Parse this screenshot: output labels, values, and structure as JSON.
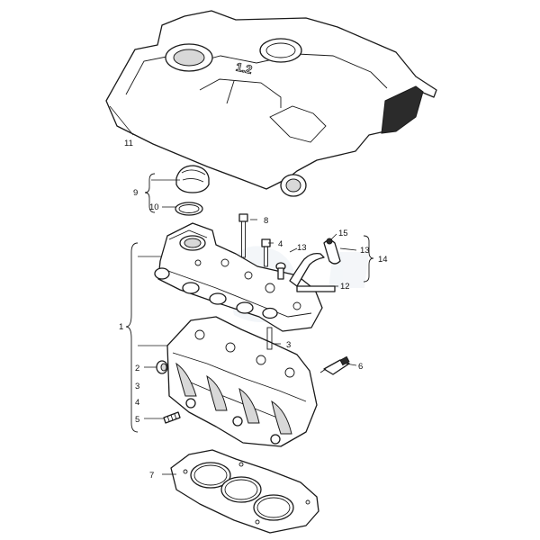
{
  "diagram": {
    "engraving": "1.2",
    "callouts": [
      {
        "id": "1",
        "label": "1"
      },
      {
        "id": "2",
        "label": "2"
      },
      {
        "id": "3a",
        "label": "3"
      },
      {
        "id": "3b",
        "label": "3"
      },
      {
        "id": "4a",
        "label": "4"
      },
      {
        "id": "4b",
        "label": "4"
      },
      {
        "id": "5",
        "label": "5"
      },
      {
        "id": "6",
        "label": "6"
      },
      {
        "id": "7",
        "label": "7"
      },
      {
        "id": "8",
        "label": "8"
      },
      {
        "id": "9",
        "label": "9"
      },
      {
        "id": "10",
        "label": "10"
      },
      {
        "id": "11",
        "label": "11"
      },
      {
        "id": "12",
        "label": "12"
      },
      {
        "id": "13a",
        "label": "13"
      },
      {
        "id": "13b",
        "label": "13"
      },
      {
        "id": "14",
        "label": "14"
      },
      {
        "id": "15",
        "label": "15"
      }
    ]
  }
}
